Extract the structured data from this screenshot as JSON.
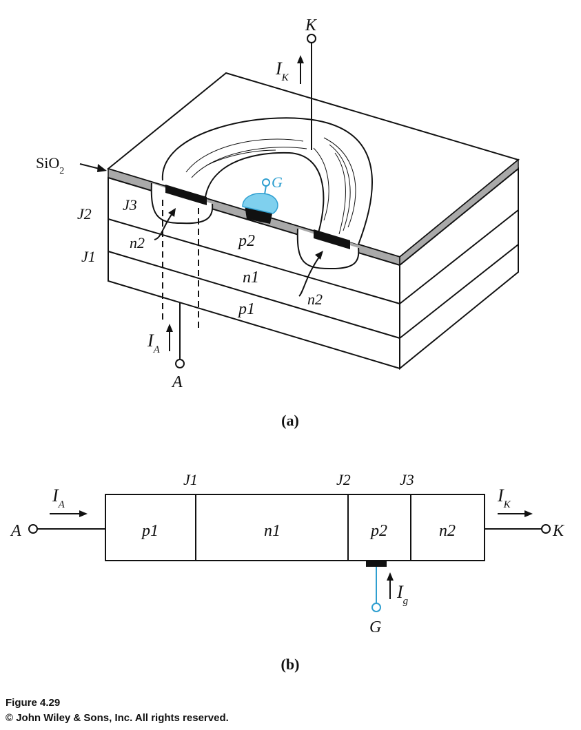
{
  "figure_a": {
    "caption": "(a)",
    "terminal_k": "K",
    "current_k": "I",
    "current_k_sub": "K",
    "oxide_label": "SiO",
    "oxide_sub": "2",
    "gate": "G",
    "junction_j3": "J3",
    "junction_j2": "J2",
    "junction_j1": "J1",
    "region_n2_left": "n2",
    "region_p2": "p2",
    "region_n1": "n1",
    "region_p1": "p1",
    "region_n2_right": "n2",
    "current_a": "I",
    "current_a_sub": "A",
    "terminal_a": "A"
  },
  "figure_b": {
    "caption": "(b)",
    "terminal_a": "A",
    "current_a": "I",
    "current_a_sub": "A",
    "junction_j1": "J1",
    "junction_j2": "J2",
    "junction_j3": "J3",
    "region_p1": "p1",
    "region_n1": "n1",
    "region_p2": "p2",
    "region_n2": "n2",
    "current_k": "I",
    "current_k_sub": "K",
    "terminal_k": "K",
    "current_g": "I",
    "current_g_sub": "g",
    "gate": "G"
  },
  "footer": {
    "figure_number": "Figure 4.29",
    "copyright": "© John Wiley & Sons, Inc. All rights reserved."
  },
  "colors": {
    "ink": "#111111",
    "oxide": "#a9a9a9",
    "gate_blue": "#2f9fd0",
    "gate_fill": "#7fd0ee"
  }
}
